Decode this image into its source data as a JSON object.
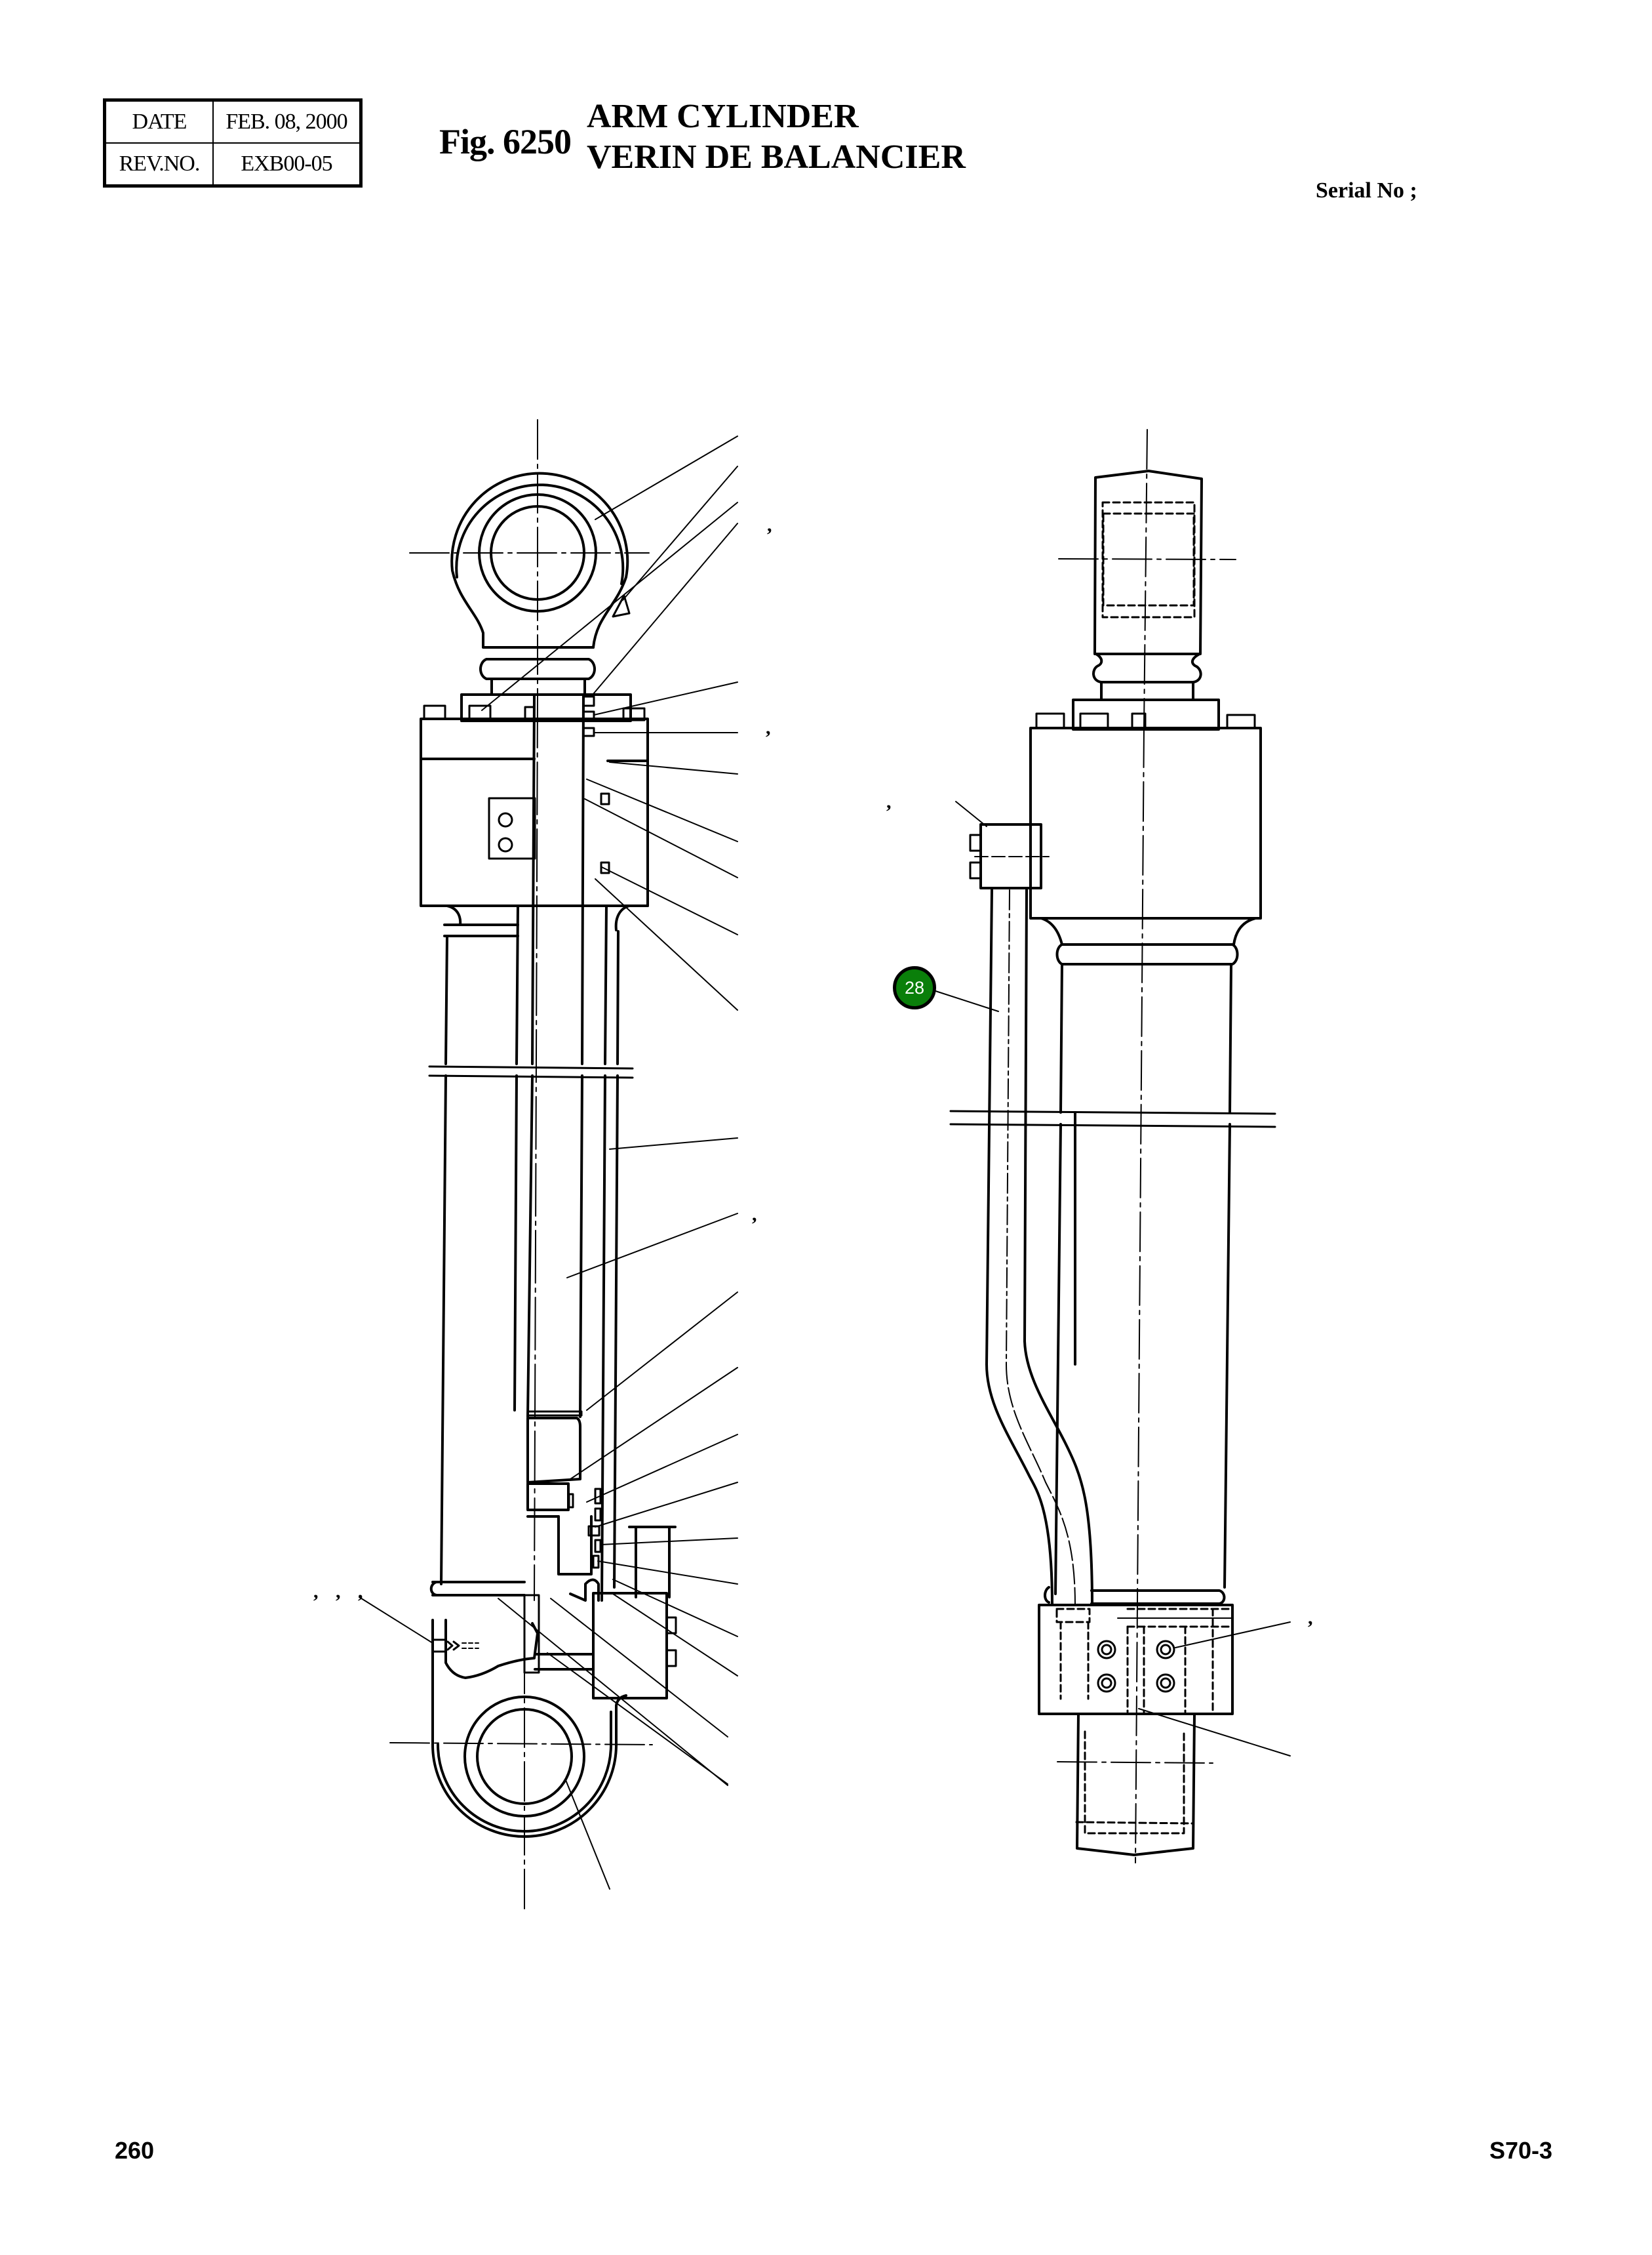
{
  "revision_block": {
    "date_label": "DATE",
    "date_value": "FEB. 08, 2000",
    "rev_label": "REV.NO.",
    "rev_value": "EXB00-05"
  },
  "header": {
    "figure_number": "Fig. 6250",
    "title_en": "ARM CYLINDER",
    "title_fr": "VERIN DE BALANCIER",
    "serial_label": "Serial No ;"
  },
  "diagram": {
    "views": [
      "arm-cylinder-section-view",
      "arm-cylinder-side-view"
    ],
    "callouts": [
      {
        "number": "28",
        "part": "pipe",
        "color": "#0a7f0a"
      }
    ],
    "separators": [
      ",",
      ",",
      ",",
      ",",
      ",",
      ",",
      ",",
      ","
    ]
  },
  "footer": {
    "page_number": "260",
    "model_code": "S70-3"
  }
}
